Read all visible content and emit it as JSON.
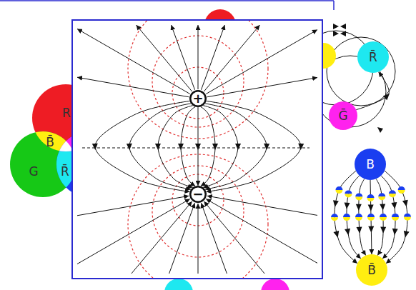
{
  "diagram": {
    "nodes": [
      {
        "text": [
          "R"
        ]
      },
      {
        "text": [
          "B̄"
        ]
      },
      {
        "text": [
          "G"
        ]
      },
      {
        "text": [
          "R̄"
        ]
      },
      {
        "text": [
          "+"
        ]
      },
      {
        "text": [
          "−"
        ]
      },
      {
        "text": [
          "R̄"
        ]
      },
      {
        "text": [
          "Ḡ"
        ]
      },
      {
        "text": [
          "B"
        ]
      },
      {
        "text": [
          "B̄"
        ]
      }
    ],
    "edges": [
      {
        "from": 7,
        "to": 6,
        "arrow": "to"
      },
      {
        "from": 8,
        "to": 9,
        "arrow": "to"
      },
      {
        "from": 8,
        "to": 9,
        "arrow": "to"
      },
      {
        "from": 8,
        "to": 9,
        "arrow": "to"
      },
      {
        "from": 8,
        "to": 9,
        "arrow": "to"
      },
      {
        "from": 8,
        "to": 9,
        "arrow": "to"
      },
      {
        "from": 8,
        "to": 9,
        "arrow": "to"
      },
      {
        "from": 8,
        "to": 9,
        "arrow": "to"
      },
      {
        "from": 4,
        "to": 5,
        "arrow": "to"
      },
      {
        "from": 4,
        "to": 5,
        "arrow": "to"
      },
      {
        "from": 4,
        "to": 5,
        "arrow": "to"
      },
      {
        "from": 4,
        "to": 5,
        "arrow": "to"
      },
      {
        "from": 4,
        "to": 5,
        "arrow": "to"
      },
      {
        "from": 4,
        "to": 5,
        "arrow": "to"
      },
      {
        "from": 4,
        "to": 5,
        "arrow": "to"
      },
      {
        "from": 4,
        "to": 5,
        "arrow": "to"
      },
      {
        "from": 4,
        "to": 5,
        "arrow": "to"
      }
    ]
  }
}
